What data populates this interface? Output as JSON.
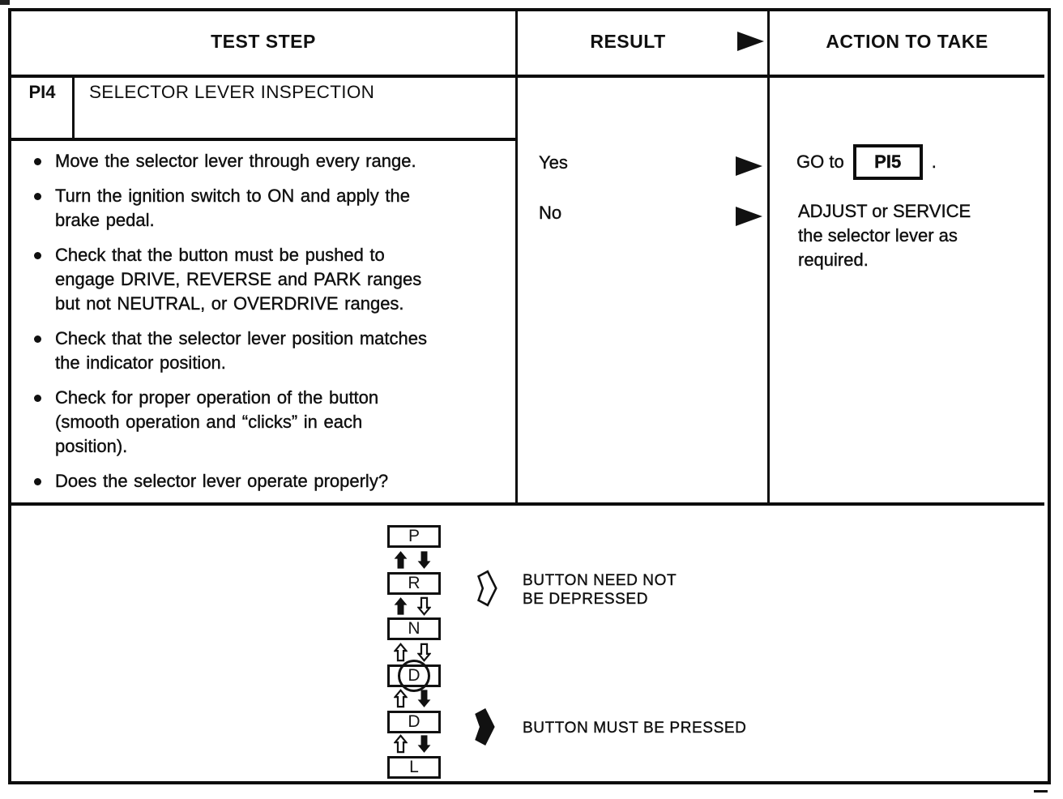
{
  "table": {
    "headers": {
      "test_step": "TEST STEP",
      "result": "RESULT",
      "action": "ACTION TO TAKE"
    },
    "step": {
      "code": "PI4",
      "title": "SELECTOR LEVER INSPECTION",
      "bullets": [
        {
          "lines": [
            "Move the selector lever through every range."
          ]
        },
        {
          "lines": [
            "Turn the ignition switch to ON and apply the",
            "brake pedal."
          ]
        },
        {
          "lines": [
            "Check that the button must be pushed to",
            "engage DRIVE, REVERSE and PARK ranges",
            "but not NEUTRAL, or OVERDRIVE ranges."
          ]
        },
        {
          "lines": [
            "Check that the selector lever position matches",
            "the indicator position."
          ]
        },
        {
          "lines": [
            "Check for proper operation of the button",
            "(smooth operation and “clicks” in each",
            "position)."
          ]
        },
        {
          "lines": [
            "Does the selector lever operate properly?"
          ]
        }
      ]
    },
    "results": [
      {
        "label": "Yes"
      },
      {
        "label": "No"
      }
    ],
    "actions": {
      "yes": {
        "prefix": "GO to",
        "target": "PI5",
        "suffix": "."
      },
      "no": {
        "lines": [
          "ADJUST or SERVICE",
          "the selector lever as",
          "required."
        ]
      }
    }
  },
  "diagram": {
    "gears": [
      {
        "letter": "P",
        "circled": false
      },
      {
        "letter": "R",
        "circled": false
      },
      {
        "letter": "N",
        "circled": false
      },
      {
        "letter": "D",
        "circled": true
      },
      {
        "letter": "D",
        "circled": false
      },
      {
        "letter": "L",
        "circled": false
      }
    ],
    "gaps": [
      {
        "up": "solid",
        "down": "solid"
      },
      {
        "up": "solid",
        "down": "hollow"
      },
      {
        "up": "hollow",
        "down": "hollow"
      },
      {
        "up": "hollow",
        "down": "solid"
      },
      {
        "up": "hollow",
        "down": "solid"
      }
    ],
    "legend": [
      {
        "arrow": "hollow",
        "lines": [
          "BUTTON NEED NOT",
          "BE DEPRESSED"
        ]
      },
      {
        "arrow": "solid",
        "lines": [
          "BUTTON MUST BE PRESSED"
        ]
      }
    ]
  },
  "colors": {
    "ink": "#111111",
    "paper": "#ffffff"
  }
}
